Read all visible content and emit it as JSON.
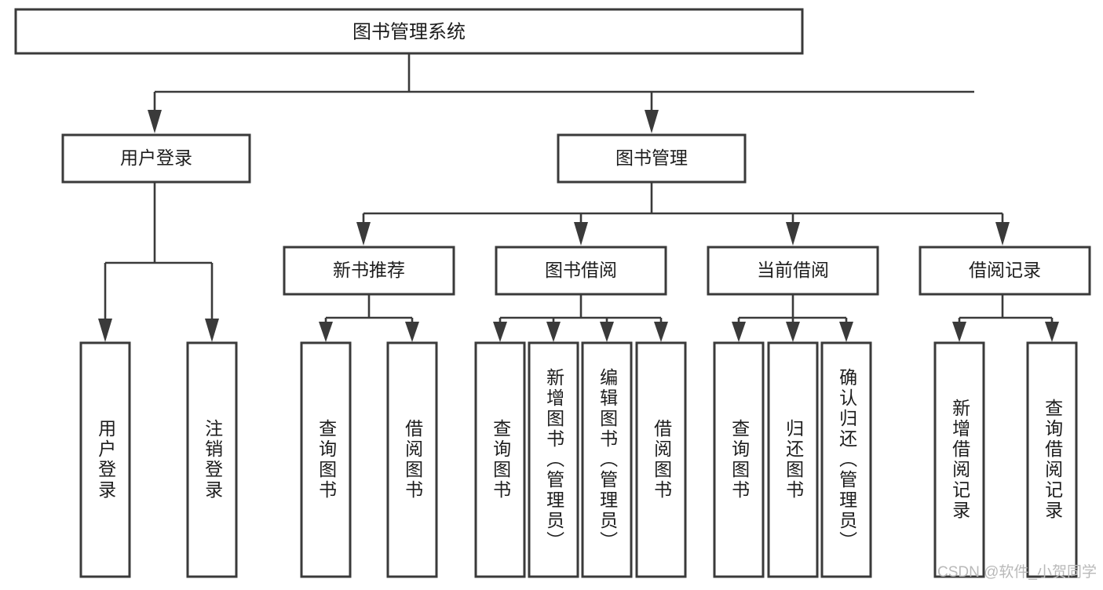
{
  "diagram": {
    "type": "tree-hierarchy-chart",
    "title_node": {
      "label": "图书管理系统"
    },
    "level2": [
      {
        "id": "user-login",
        "label": "用户登录"
      },
      {
        "id": "book-management",
        "label": "图书管理"
      }
    ],
    "level3": [
      {
        "id": "new-book-recommend",
        "label": "新书推荐",
        "parent": "book-management"
      },
      {
        "id": "book-borrow",
        "label": "图书借阅",
        "parent": "book-management"
      },
      {
        "id": "current-borrow",
        "label": "当前借阅",
        "parent": "book-management"
      },
      {
        "id": "borrow-record",
        "label": "借阅记录",
        "parent": "book-management"
      }
    ],
    "leaves": [
      {
        "id": "leaf-user-login",
        "label": "用户登录",
        "parent": "user-login"
      },
      {
        "id": "leaf-logout-login",
        "label": "注销登录",
        "parent": "user-login"
      },
      {
        "id": "leaf-query-book-1",
        "label": "查询图书",
        "parent": "new-book-recommend"
      },
      {
        "id": "leaf-borrow-book-1",
        "label": "借阅图书",
        "parent": "new-book-recommend"
      },
      {
        "id": "leaf-query-book-2",
        "label": "查询图书",
        "parent": "book-borrow"
      },
      {
        "id": "leaf-add-book",
        "label": "新增图书（管理员）",
        "parent": "book-borrow"
      },
      {
        "id": "leaf-edit-book",
        "label": "编辑图书（管理员）",
        "parent": "book-borrow"
      },
      {
        "id": "leaf-borrow-book-2",
        "label": "借阅图书",
        "parent": "book-borrow"
      },
      {
        "id": "leaf-query-book-3",
        "label": "查询图书",
        "parent": "current-borrow"
      },
      {
        "id": "leaf-return-book",
        "label": "归还图书",
        "parent": "current-borrow"
      },
      {
        "id": "leaf-confirm-return",
        "label": "确认归还（管理员）",
        "parent": "current-borrow"
      },
      {
        "id": "leaf-add-record",
        "label": "新增借阅记录",
        "parent": "borrow-record"
      },
      {
        "id": "leaf-query-record",
        "label": "查询借阅记录",
        "parent": "borrow-record"
      }
    ],
    "colors": {
      "box_stroke": "#3a3a3a",
      "box_fill": "#ffffff",
      "text": "#1d1d1d",
      "connector": "#3a3a3a",
      "watermark": "#b9b9b9",
      "background": "#ffffff"
    }
  },
  "watermark": {
    "text": "CSDN @软件_小贺同学"
  }
}
